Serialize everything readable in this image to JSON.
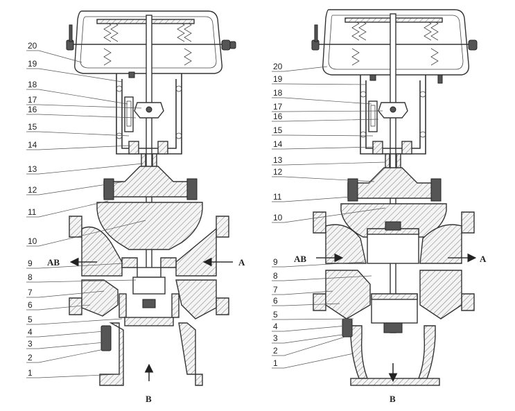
{
  "left_valve": {
    "labels": [
      "20",
      "19",
      "18",
      "17",
      "16",
      "15",
      "14",
      "13",
      "12",
      "11",
      "10",
      "9",
      "8",
      "7",
      "6",
      "5",
      "4",
      "3",
      "2",
      "1"
    ],
    "port_left": "AB",
    "port_right": "A",
    "port_bottom": "B"
  },
  "right_valve": {
    "labels": [
      "20",
      "19",
      "18",
      "17",
      "16",
      "15",
      "14",
      "13",
      "12",
      "11",
      "10",
      "9",
      "8",
      "7",
      "6",
      "5",
      "4",
      "3",
      "2",
      "1"
    ],
    "port_left": "AB",
    "port_right": "A",
    "port_bottom": "B"
  }
}
